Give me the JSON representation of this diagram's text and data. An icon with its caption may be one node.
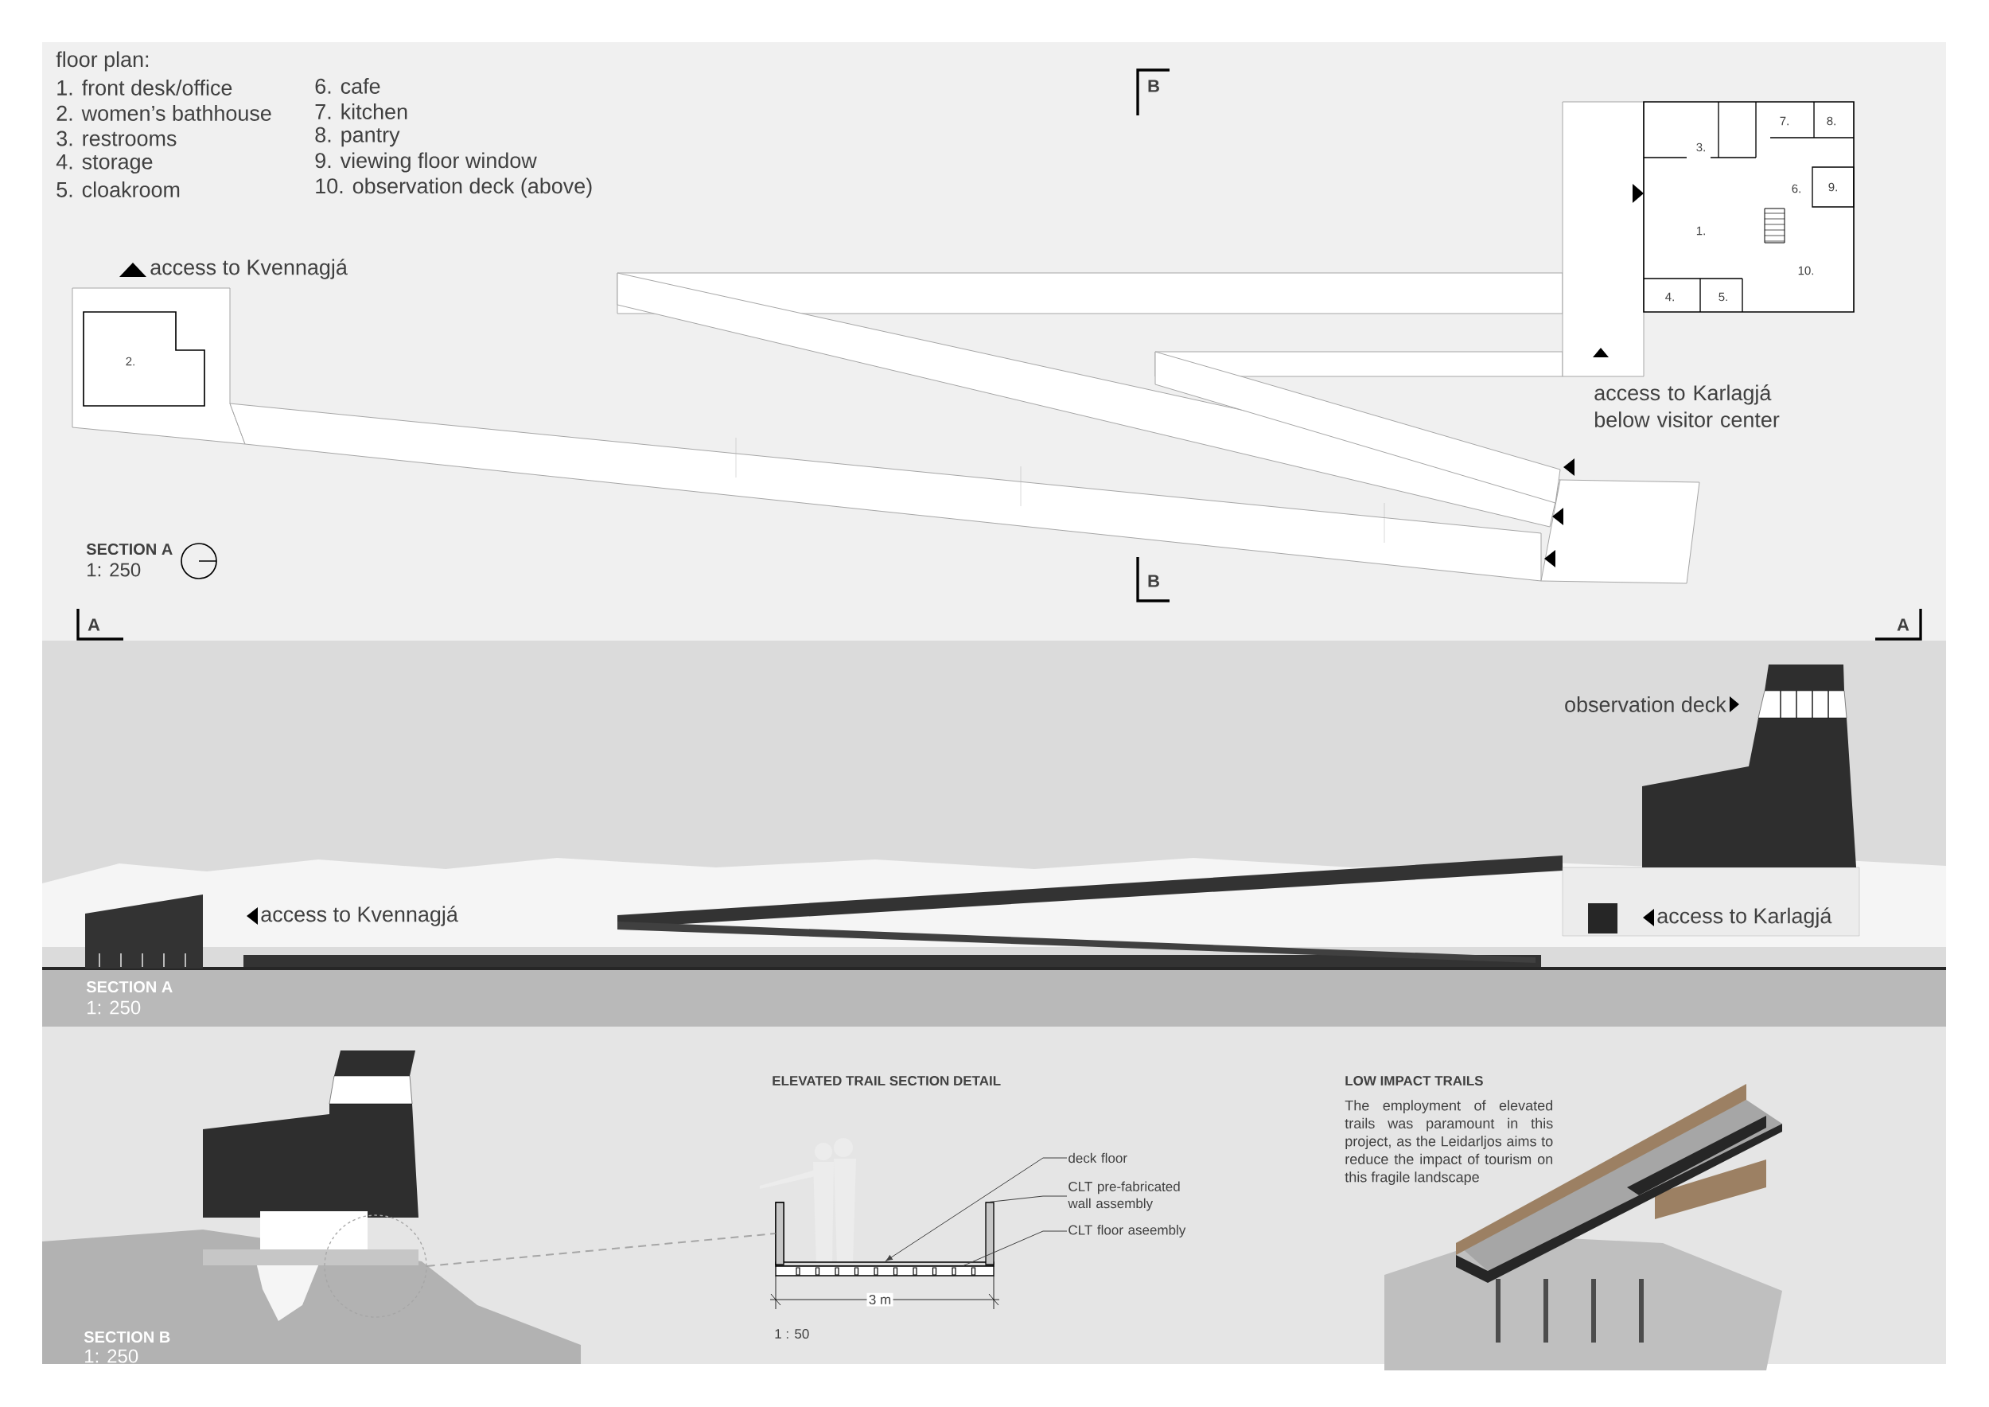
{
  "diagram": {
    "nodes": [
      {
        "text": [
          "deck floor"
        ]
      },
      {
        "text": [
          "CLT pre-fabricated wall assembly"
        ]
      },
      {
        "text": [
          "CLT floor aseembly"
        ]
      },
      {
        "text": [],
        "shape": "bar"
      },
      {
        "text": [],
        "shape": "bar"
      },
      {
        "text": [],
        "shape": "bar"
      },
      {
        "text": [],
        "shape": "circle"
      },
      {
        "text": [],
        "shape": "bar"
      }
    ],
    "edges": [
      {
        "from": 0,
        "to": 3,
        "arrow": "to"
      },
      {
        "from": 1,
        "to": 4,
        "arrow": "none"
      },
      {
        "from": 2,
        "to": 5,
        "arrow": "none"
      },
      {
        "from": 6,
        "to": 7,
        "arrow": "none",
        "style": "dashed",
        "color": "#a6a6a6"
      }
    ],
    "labels": [
      "floor plan:",
      "1. front desk/office",
      "2. women’s bathhouse",
      "3. restrooms",
      "4. storage",
      "5. cloakroom",
      "6. cafe",
      "7. kitchen",
      "8. pantry",
      "9. viewing floor window",
      "10. observation deck (above)",
      "B",
      "7.",
      "8.",
      "3.",
      "6.",
      "9.",
      "1.",
      "10.",
      "4.",
      "5.",
      "access to Kvennagjá",
      "2.",
      "access to Karlagjá below visitor center",
      "SECTION A",
      "1: 250",
      "B",
      "A",
      "A",
      "observation deck",
      "access to Kvennagjá",
      "access to Karlagjá",
      "SECTION A",
      "1: 250",
      "ELEVATED TRAIL SECTION DETAIL",
      "LOW IMPACT TRAILS",
      "The employment of elevated trails was paramount in this project, as the Leidarljos aims to reduce the impact of tourism on this fragile landscape",
      "3 m",
      "SECTION B",
      "1 : 50",
      "1: 250"
    ]
  }
}
